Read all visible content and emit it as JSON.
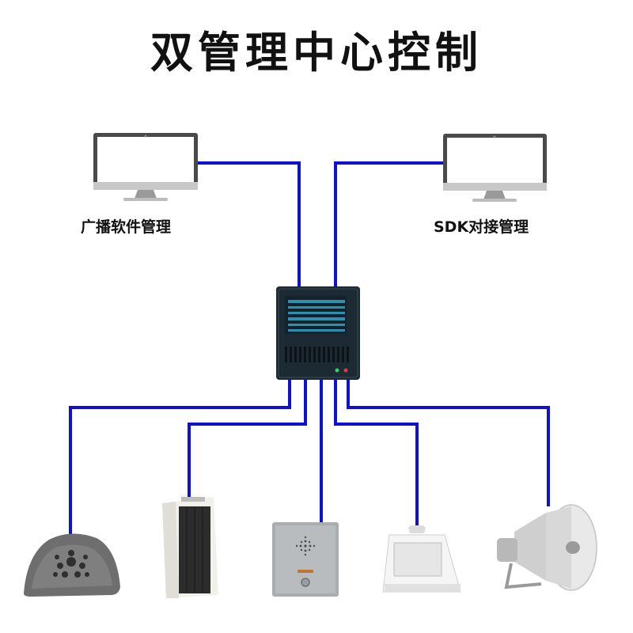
{
  "title": "双管理中心控制",
  "nodes": {
    "left_computer": {
      "label": "广播软件管理",
      "icon": "desktop-monitor"
    },
    "right_computer": {
      "label": "SDK对接管理",
      "icon": "desktop-monitor"
    },
    "server": {
      "icon": "server-host"
    },
    "devices": [
      {
        "icon": "rock-garden-speaker"
      },
      {
        "icon": "column-speaker"
      },
      {
        "icon": "intercom-panel"
      },
      {
        "icon": "wall-mount-speaker"
      },
      {
        "icon": "horn-speaker"
      }
    ]
  },
  "colors": {
    "connection": "#1010d0",
    "title_text": "#111111",
    "server_body": "#1c2a34",
    "server_screen": "#2f8fb0"
  }
}
